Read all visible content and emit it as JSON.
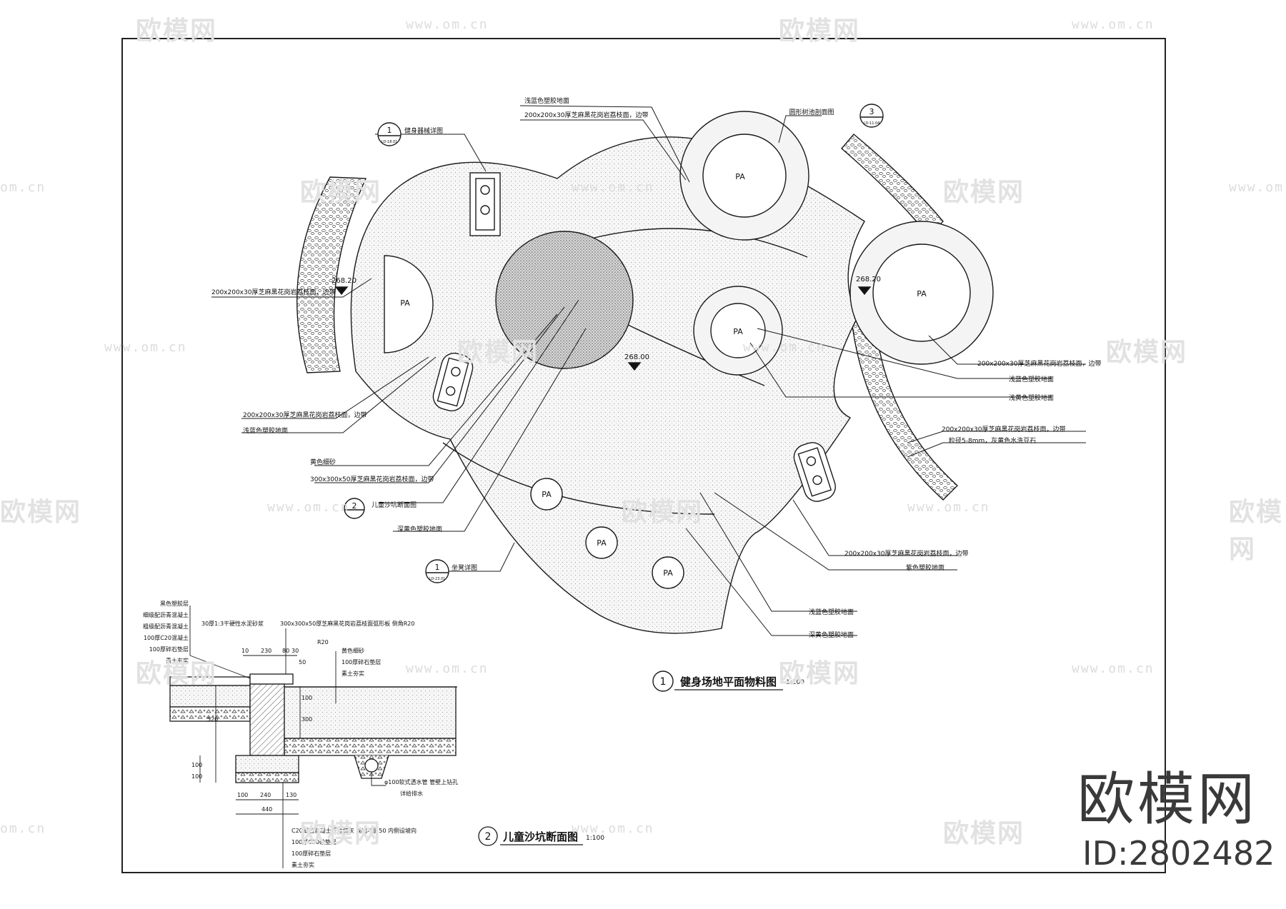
{
  "watermark": {
    "logo_text": "欧模网",
    "url_text": "www.om.cn",
    "url_short": "om.cn",
    "logo_partial": "欧模网"
  },
  "brand": {
    "name": "欧模网",
    "id": "ID:2802482"
  },
  "colors": {
    "line": "#1a1a1a",
    "fill_light": "#f4f4f4",
    "fill_sand": "#e9e9e9",
    "watermark": "#e2e2e2"
  },
  "plan": {
    "title_num": "1",
    "title": "健身场地平面物料图",
    "scale": "1:100",
    "pa": "PA",
    "elev_1": "268.20",
    "elev_2": "268.00",
    "elev_3": "268.20",
    "ref_a_num": "1",
    "ref_a_sheet": "LD-18.01",
    "ref_a_label": "健身器械详图",
    "ref_b_num": "3",
    "ref_b_sheet": "LD-11.04",
    "ref_b_label": "圆形树池剖面图",
    "ref_c_num": "2",
    "ref_c_label": "儿童沙坑断面图",
    "ref_d_num": "1",
    "ref_d_sheet": "LD-23.01",
    "ref_d_label": "坐凳详图",
    "callouts": [
      "浅蓝色塑胶地面",
      "200x200x30厚芝麻黑花岗岩荔枝面，边带",
      "200x200x30厚芝麻黑花岗岩荔枝面，边带",
      "200x200x30厚芝麻黑花岗岩荔枝面，边带",
      "浅蓝色塑胶地面",
      "黄色细砂",
      "300x300x50厚芝麻黑花岗岩荔枝面，边带",
      "深黄色塑胶地面",
      "200x200x30厚芝麻黑花岗岩荔枝面，边带",
      "浅蓝色塑胶地面",
      "浅黄色塑胶地面",
      "200x200x30厚芝麻黑花岗岩荔枝面，边带",
      "粒径5-8mm，灰黄色水洗豆石",
      "200x200x30厚芝麻黑花岗岩荔枝面，边带",
      "紫色塑胶地面",
      "浅蓝色塑胶地面",
      "深黄色塑胶地面"
    ]
  },
  "section": {
    "title_num": "2",
    "title": "儿童沙坑断面图",
    "scale": "1:100",
    "left_layers": [
      "黑色塑胶层",
      "细级配沥青混凝土",
      "粗级配沥青混凝土",
      "100厚C20混凝土",
      "100厚碎石垫层",
      "素土夯实"
    ],
    "top_note_1": "30厚1:3干硬性水泥砂浆",
    "top_note_2": "300x300x50厚芝麻黑花岗岩荔枝面弧形板 倒角R20",
    "right_layers": [
      "黄色细砂",
      "100厚碎石垫层",
      "素土夯实"
    ],
    "pipe_note_1": "φ100软式透水管 管壁上钻孔",
    "pipe_note_2": "详给排水",
    "bottom_layers": [
      "C20细石混凝土压顶抹灰 高出地面50 内侧设坡向",
      "100厚C20砼垫层",
      "100厚碎石垫层",
      "素土夯实"
    ],
    "dims": {
      "d10": "10",
      "d230": "230",
      "d80": "80",
      "d30": "30",
      "d50": "50",
      "d100": "100",
      "d300": "300",
      "d520": "520",
      "d100b": "100",
      "d100c": "100",
      "d240": "240",
      "d130": "130",
      "d440": "440",
      "r20": "R20",
      "d100v": "100"
    }
  }
}
